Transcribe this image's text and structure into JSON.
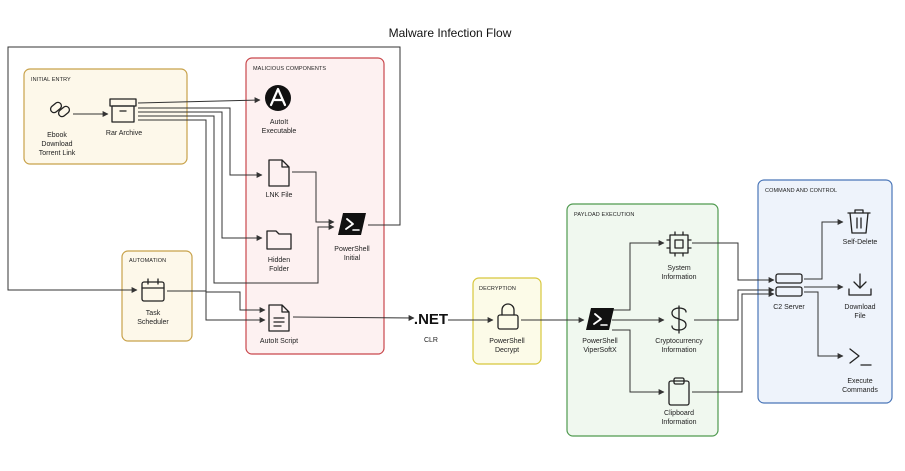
{
  "title": "Malware Infection Flow",
  "groups": {
    "initial_entry": "INITIAL ENTRY",
    "malicious_components": "MALICIOUS COMPONENTS",
    "automation": "AUTOMATION",
    "decryption": "DECRYPTION",
    "payload_execution": "PAYLOAD EXECUTION",
    "command_and_control": "COMMAND AND CONTROL"
  },
  "nodes": {
    "ebook": [
      "Ebook",
      "Download",
      "Torrent Link"
    ],
    "rar": [
      "Rar Archive"
    ],
    "autoit_exe": [
      "AutoIt",
      "Executable"
    ],
    "lnk": [
      "LNK File"
    ],
    "hidden_folder": [
      "Hidden",
      "Folder"
    ],
    "ps_initial": [
      "PowerShell",
      "Initial"
    ],
    "task_scheduler": [
      "Task",
      "Scheduler"
    ],
    "autoit_script": [
      "AutoIt Script"
    ],
    "dotnet": [
      ".NET"
    ],
    "clr": [
      "CLR"
    ],
    "ps_decrypt": [
      "PowerShell",
      "Decrypt"
    ],
    "ps_vipersoftx": [
      "PowerShell",
      "ViperSoftX"
    ],
    "system_info": [
      "System",
      "Information"
    ],
    "crypto_info": [
      "Cryptocurrency",
      "Information"
    ],
    "clipboard_info": [
      "Clipboard",
      "Information"
    ],
    "c2_server": [
      "C2 Server"
    ],
    "self_delete": [
      "Self-Delete"
    ],
    "download_file": [
      "Download",
      "File"
    ],
    "execute_commands": [
      "Execute",
      "Commands"
    ]
  },
  "colors": {
    "initial_entry": "#c8a24a",
    "malicious_components": "#c9474c",
    "automation": "#c8a24a",
    "decryption": "#d7c73c",
    "payload_execution": "#4f9a4f",
    "command_and_control": "#4a76b8",
    "connector": "#333333"
  },
  "icons": {
    "ebook": "link-icon",
    "rar": "archive-box-icon",
    "autoit_exe": "autoit-logo-icon",
    "lnk": "file-icon",
    "hidden_folder": "folder-icon",
    "ps_initial": "powershell-icon",
    "task_scheduler": "calendar-icon",
    "autoit_script": "script-file-icon",
    "ps_decrypt": "lock-icon",
    "ps_vipersoftx": "powershell-icon",
    "system_info": "cpu-chip-icon",
    "crypto_info": "dollar-sign-icon",
    "clipboard_info": "clipboard-icon",
    "c2_server": "server-icon",
    "self_delete": "trash-icon",
    "download_file": "download-icon",
    "execute_commands": "terminal-prompt-icon"
  }
}
